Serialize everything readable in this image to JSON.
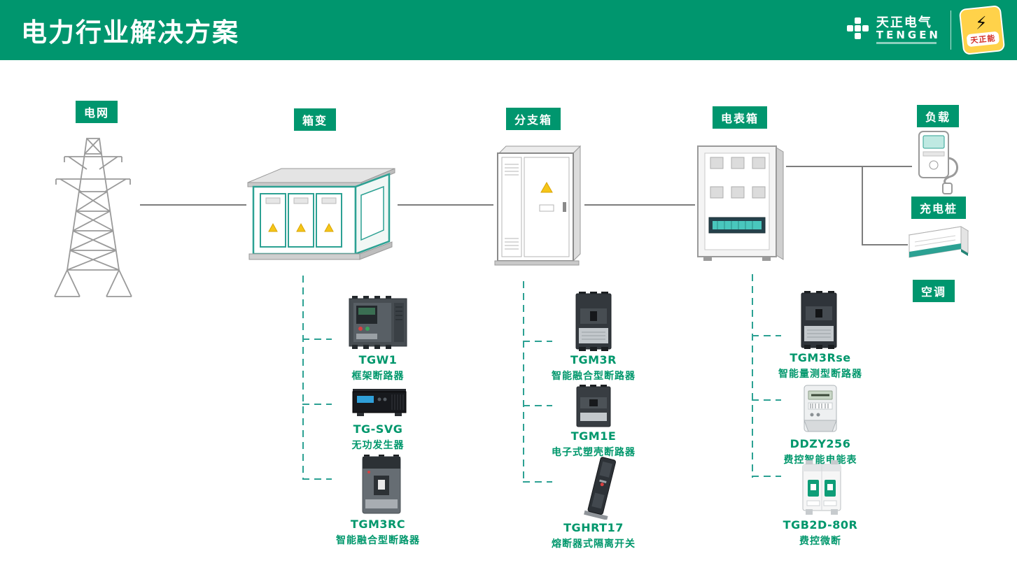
{
  "header": {
    "title": "电力行业解决方案",
    "brand": {
      "name_cn": "天正电气",
      "name_en": "TENGEN"
    },
    "mascot": {
      "label": "天正能",
      "bolt_glyph": "⚡"
    }
  },
  "diagram": {
    "nodes": [
      {
        "id": "grid",
        "label": "电网"
      },
      {
        "id": "box-transformer",
        "label": "箱变"
      },
      {
        "id": "branch-box",
        "label": "分支箱"
      },
      {
        "id": "meter-box",
        "label": "电表箱"
      },
      {
        "id": "load",
        "label": "负载"
      }
    ],
    "loads": [
      {
        "id": "charging-pile",
        "label": "充电桩"
      },
      {
        "id": "air-conditioner",
        "label": "空调"
      }
    ],
    "product_groups": [
      {
        "parent": "箱变",
        "products": [
          {
            "model": "TGW1",
            "name": "框架断路器"
          },
          {
            "model": "TG-SVG",
            "name": "无功发生器"
          },
          {
            "model": "TGM3RC",
            "name": "智能融合型断路器"
          }
        ]
      },
      {
        "parent": "分支箱",
        "products": [
          {
            "model": "TGM3R",
            "name": "智能融合型断路器"
          },
          {
            "model": "TGM1E",
            "name": "电子式塑壳断路器"
          },
          {
            "model": "TGHRT17",
            "name": "熔断器式隔离开关"
          }
        ]
      },
      {
        "parent": "电表箱",
        "products": [
          {
            "model": "TGM3Rse",
            "name": "智能量测型断路器"
          },
          {
            "model": "DDZY256",
            "name": "费控智能电能表"
          },
          {
            "model": "TGB2D-80R",
            "name": "费控微断"
          }
        ]
      }
    ]
  },
  "colors": {
    "brand_green": "#00966e",
    "outline_teal": "#2ca193",
    "line_gray": "#7d7d7d",
    "mascot_yellow": "#ffd24a",
    "mascot_red": "#d22f27"
  }
}
